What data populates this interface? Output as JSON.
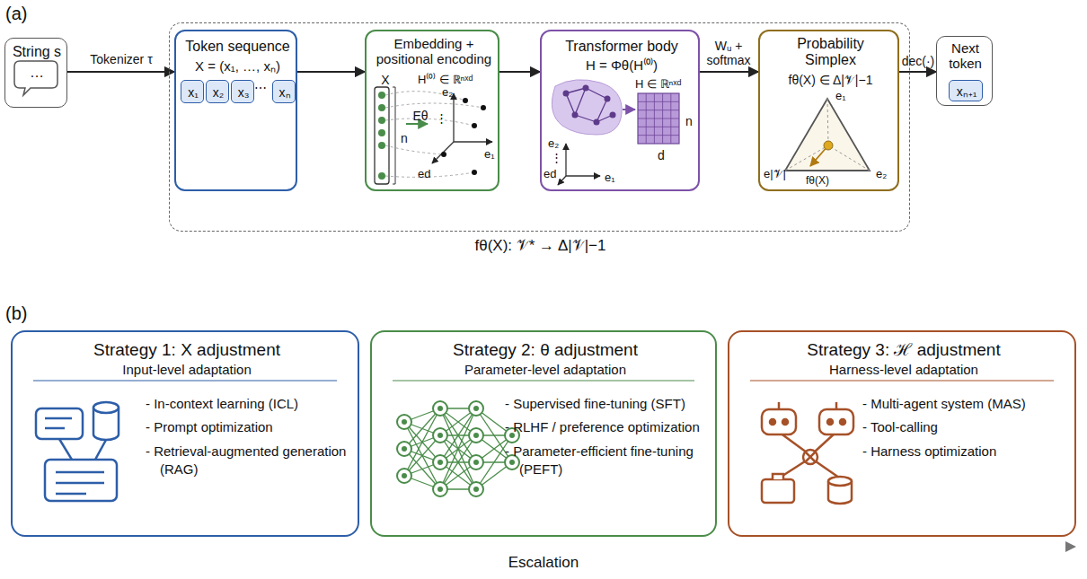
{
  "diagram": {
    "nodes": [
      {
        "text": [
          "String s",
          "…"
        ]
      },
      {
        "text": [
          "fθ(X): 𝒱* → Δ|𝒱|−1"
        ]
      },
      {
        "text": [
          "Token sequence",
          "X = (x₁, …, xₙ)"
        ],
        "in": 1
      },
      {
        "text": [
          "x₁"
        ],
        "in": 2
      },
      {
        "text": [
          "x₂"
        ],
        "in": 2
      },
      {
        "text": [
          "x₃"
        ],
        "in": 2
      },
      {
        "text": [
          "xₙ"
        ],
        "in": 2
      },
      {
        "text": [
          "Embedding + positional encoding",
          "X",
          "H⁽⁰⁾ ∈ ℝⁿˣᵈ",
          "n",
          "Eθ",
          "e₂",
          "⋮",
          "ed",
          "e₁"
        ],
        "in": 1
      },
      {
        "text": [
          "Transformer body",
          "H = Φθ(H⁽⁰⁾)",
          "H ∈ ℝⁿˣᵈ",
          "n",
          "d",
          "e₂",
          "⋮",
          "ed",
          "e₁"
        ],
        "in": 1
      },
      {
        "text": [
          "Probability Simplex",
          "fθ(X) ∈ Δ|𝒱|−1",
          "e₁",
          "e|𝒱|",
          "e₂",
          "fθ(X)"
        ],
        "in": 1
      },
      {
        "text": [
          "Next token"
        ]
      },
      {
        "text": [
          "xₙ₊₁"
        ],
        "in": 10
      },
      {
        "text": [
          "Strategy 1: X adjustment",
          "Input-level adaptation",
          "- In-context learning (ICL)",
          "- Prompt optimization",
          "- Retrieval-augmented generation (RAG)"
        ]
      },
      {
        "text": [
          "Strategy 2: θ adjustment",
          "Parameter-level adaptation",
          "- Supervised fine-tuning (SFT)",
          "- RLHF / preference optimization",
          "- Parameter-efficient fine-tuning (PEFT)"
        ]
      },
      {
        "text": [
          "Strategy 3: ℋ adjustment",
          "Harness-level adaptation",
          "- Multi-agent system (MAS)",
          "- Tool-calling",
          "- Harness optimization"
        ]
      }
    ],
    "edges": [
      {
        "from": 0,
        "to": 2,
        "arrow": "to",
        "label": "Tokenizer τ"
      },
      {
        "from": 2,
        "to": 7,
        "arrow": "to"
      },
      {
        "from": 7,
        "to": 8,
        "arrow": "to"
      },
      {
        "from": 8,
        "to": 9,
        "arrow": "to",
        "label": "Wᵤ + softmax"
      },
      {
        "from": 9,
        "to": 10,
        "arrow": "to",
        "label": "dec(·)"
      }
    ],
    "labels": [
      "(a)",
      "(b)",
      "⋯",
      "Escalation"
    ]
  }
}
